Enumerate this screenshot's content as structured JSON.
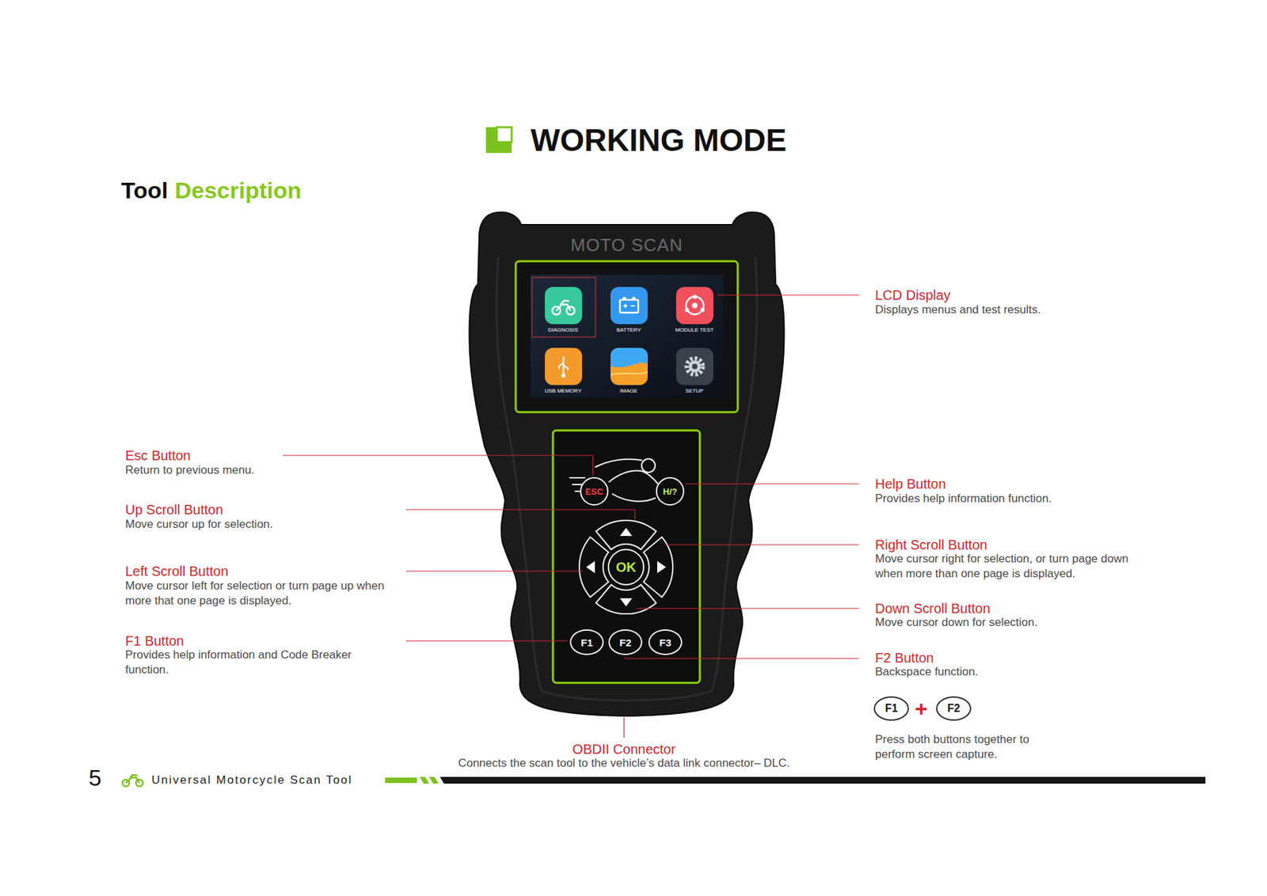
{
  "diagram": {
    "title": "WORKING MODE",
    "nodes": [
      {
        "text": [
          "DIAGNOSIS"
        ]
      },
      {
        "text": [
          "BATTERY"
        ]
      },
      {
        "text": [
          "MODULE TEST"
        ]
      },
      {
        "text": [
          "USB MEMORY"
        ]
      },
      {
        "text": [
          "IMAGE"
        ]
      },
      {
        "text": [
          "SETUP"
        ]
      },
      {
        "text": [
          "ESC"
        ]
      },
      {
        "text": [
          "H/?"
        ]
      },
      {
        "text": [
          "OK"
        ]
      },
      {
        "text": [
          "F1"
        ]
      },
      {
        "text": [
          "F2"
        ]
      },
      {
        "text": [
          "F3"
        ]
      },
      {
        "text": [
          "F1"
        ]
      },
      {
        "text": [
          "F2"
        ]
      }
    ],
    "labels": [
      "Tool",
      "Description",
      "MOTO SCAN",
      "LCD Display",
      "Displays menus and test results.",
      "Esc Button",
      "Return to previous menu.",
      "Up Scroll Button",
      "Move cursor up for selection.",
      "Left Scroll Button",
      "Move cursor left for selection or turn page up when more that one page is displayed.",
      "F1 Button",
      "Provides help information and Code Breaker function.",
      "Help Button",
      "Provides help information function.",
      "Right Scroll Button",
      "Move cursor right for selection, or turn page down when more than one page is displayed.",
      "Down Scroll Button",
      "Move cursor down for selection.",
      "F2 Button",
      "Backspace function.",
      "+",
      "Press both buttons together to perform screen capture.",
      "OBDII Connector",
      "Connects the scan tool to the vehicle’s data link connector– DLC.",
      "5",
      "Universal Motorcycle Scan Tool"
    ]
  }
}
